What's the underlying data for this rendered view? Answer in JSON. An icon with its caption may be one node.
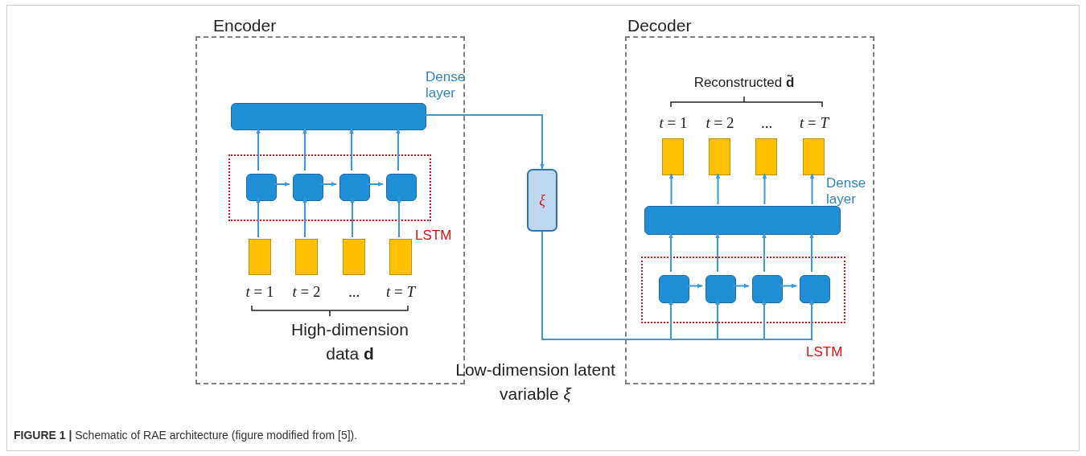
{
  "diagram": {
    "caption": "**FIGURE 1 |** Schematic of RAE architecture (figure modified from [5]).",
    "nodes": [
      {
        "text": [
          "Encoder"
        ]
      },
      {
        "text": [],
        "shape": "bar",
        "in": 0,
        "beside": [
          "Dense layer"
        ]
      },
      {
        "text": [],
        "shape": "box",
        "in": 0,
        "beside": [
          "LSTM"
        ]
      },
      {
        "text": [],
        "shape": "box",
        "in": 2
      },
      {
        "text": [],
        "shape": "box",
        "in": 2
      },
      {
        "text": [],
        "shape": "box",
        "in": 2
      },
      {
        "text": [],
        "shape": "box",
        "in": 2
      },
      {
        "text": [],
        "shape": "box",
        "in": 0,
        "beside": [
          "*t* = 1"
        ]
      },
      {
        "text": [],
        "shape": "box",
        "in": 0,
        "beside": [
          "*t* = 2"
        ]
      },
      {
        "text": [],
        "shape": "box",
        "in": 0,
        "beside": [
          "..."
        ]
      },
      {
        "text": [],
        "shape": "box",
        "in": 0,
        "beside": [
          "*t* = *T*"
        ]
      },
      {
        "text": [
          "ξ"
        ]
      },
      {
        "text": [
          "Decoder"
        ]
      },
      {
        "text": [],
        "shape": "bar",
        "in": 12,
        "beside": [
          "Dense layer"
        ]
      },
      {
        "text": [],
        "shape": "box",
        "in": 12,
        "beside": [
          "LSTM"
        ]
      },
      {
        "text": [],
        "shape": "box",
        "in": 14
      },
      {
        "text": [],
        "shape": "box",
        "in": 14
      },
      {
        "text": [],
        "shape": "box",
        "in": 14
      },
      {
        "text": [],
        "shape": "box",
        "in": 14
      },
      {
        "text": [],
        "shape": "box",
        "in": 12,
        "beside": [
          "*t* = 1"
        ]
      },
      {
        "text": [],
        "shape": "box",
        "in": 12,
        "beside": [
          "*t* = 2"
        ]
      },
      {
        "text": [],
        "shape": "box",
        "in": 12,
        "beside": [
          "..."
        ]
      },
      {
        "text": [],
        "shape": "box",
        "in": 12,
        "beside": [
          "*t* = *T*"
        ]
      }
    ],
    "edges": [
      {
        "from": 7,
        "to": 3,
        "arrow": "to"
      },
      {
        "from": 8,
        "to": 4,
        "arrow": "to"
      },
      {
        "from": 9,
        "to": 5,
        "arrow": "to"
      },
      {
        "from": 10,
        "to": 6,
        "arrow": "to"
      },
      {
        "from": 3,
        "to": 4,
        "arrow": "to"
      },
      {
        "from": 4,
        "to": 5,
        "arrow": "to"
      },
      {
        "from": 5,
        "to": 6,
        "arrow": "to"
      },
      {
        "from": 3,
        "to": 1,
        "arrow": "to"
      },
      {
        "from": 4,
        "to": 1,
        "arrow": "to"
      },
      {
        "from": 5,
        "to": 1,
        "arrow": "to"
      },
      {
        "from": 6,
        "to": 1,
        "arrow": "to"
      },
      {
        "from": 1,
        "to": 11,
        "arrow": "to"
      },
      {
        "from": 11,
        "to": 15,
        "arrow": "to"
      },
      {
        "from": 11,
        "to": 16,
        "arrow": "to"
      },
      {
        "from": 11,
        "to": 17,
        "arrow": "to"
      },
      {
        "from": 11,
        "to": 18,
        "arrow": "to"
      },
      {
        "from": 15,
        "to": 16,
        "arrow": "to"
      },
      {
        "from": 16,
        "to": 17,
        "arrow": "to"
      },
      {
        "from": 17,
        "to": 18,
        "arrow": "to"
      },
      {
        "from": 15,
        "to": 13,
        "arrow": "to"
      },
      {
        "from": 16,
        "to": 13,
        "arrow": "to"
      },
      {
        "from": 17,
        "to": 13,
        "arrow": "to"
      },
      {
        "from": 18,
        "to": 13,
        "arrow": "to"
      },
      {
        "from": 13,
        "to": 19,
        "arrow": "to"
      },
      {
        "from": 13,
        "to": 20,
        "arrow": "to"
      },
      {
        "from": 13,
        "to": 21,
        "arrow": "to"
      },
      {
        "from": 13,
        "to": 22,
        "arrow": "to"
      }
    ],
    "labels": [
      "Reconstructed **d̃**",
      "High-dimension data **d**",
      "Low-dimension latent variable *ξ*"
    ]
  }
}
